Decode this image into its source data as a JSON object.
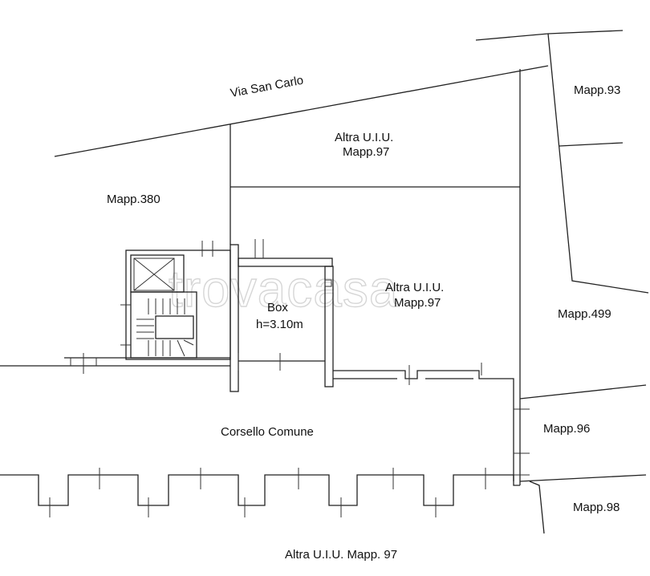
{
  "plan": {
    "street": "Via San Carlo",
    "labels": {
      "altra_uiu_top_line1": "Altra U.I.U.",
      "altra_uiu_top_line2": "Mapp.97",
      "mapp93": "Mapp.93",
      "mapp380": "Mapp.380",
      "altra_uiu_mid_line1": "Altra U.I.U.",
      "altra_uiu_mid_line2": "Mapp.97",
      "box_line1": "Box",
      "box_line2": "h=3.10m",
      "mapp499": "Mapp.499",
      "corsello": "Corsello Comune",
      "mapp96": "Mapp.96",
      "mapp98": "Mapp.98",
      "altra_uiu_bottom": "Altra U.I.U. Mapp. 97"
    },
    "watermark": "trovacasa"
  }
}
